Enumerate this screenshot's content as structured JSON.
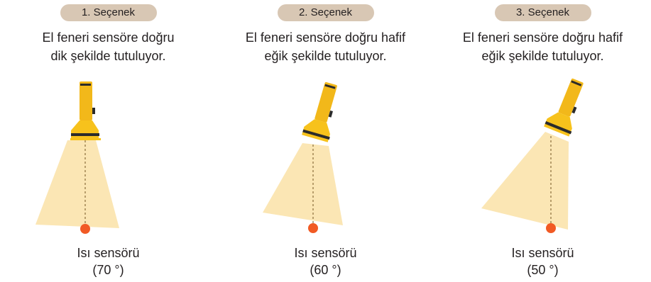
{
  "options": [
    {
      "badge": "1. Seçenek",
      "desc_line1": "El feneri sensöre doğru",
      "desc_line2": "dik şekilde tutuluyor.",
      "sensor_label": "Isı sensörü",
      "reading": "(70 °)",
      "tilt_deg": 0
    },
    {
      "badge": "2. Seçenek",
      "desc_line1": "El feneri sensöre doğru hafif",
      "desc_line2": "eğik şekilde tutuluyor.",
      "sensor_label": "Isı sensörü",
      "reading": "(60 °)",
      "tilt_deg": 16
    },
    {
      "badge": "3. Seçenek",
      "desc_line1": "El feneri sensöre doğru hafif",
      "desc_line2": "eğik şekilde tutuluyor.",
      "sensor_label": "Isı sensörü",
      "reading": "(50 °)",
      "tilt_deg": 22
    }
  ],
  "colors": {
    "badge_bg": "#d8c7b4",
    "flashlight_body": "#f2b81a",
    "flashlight_head": "#f7c21c",
    "flashlight_band": "#2b2b2b",
    "light_beam": "#fbe6b4",
    "sensor_dot": "#f15a24",
    "dashed_line": "#8a6d3b"
  }
}
